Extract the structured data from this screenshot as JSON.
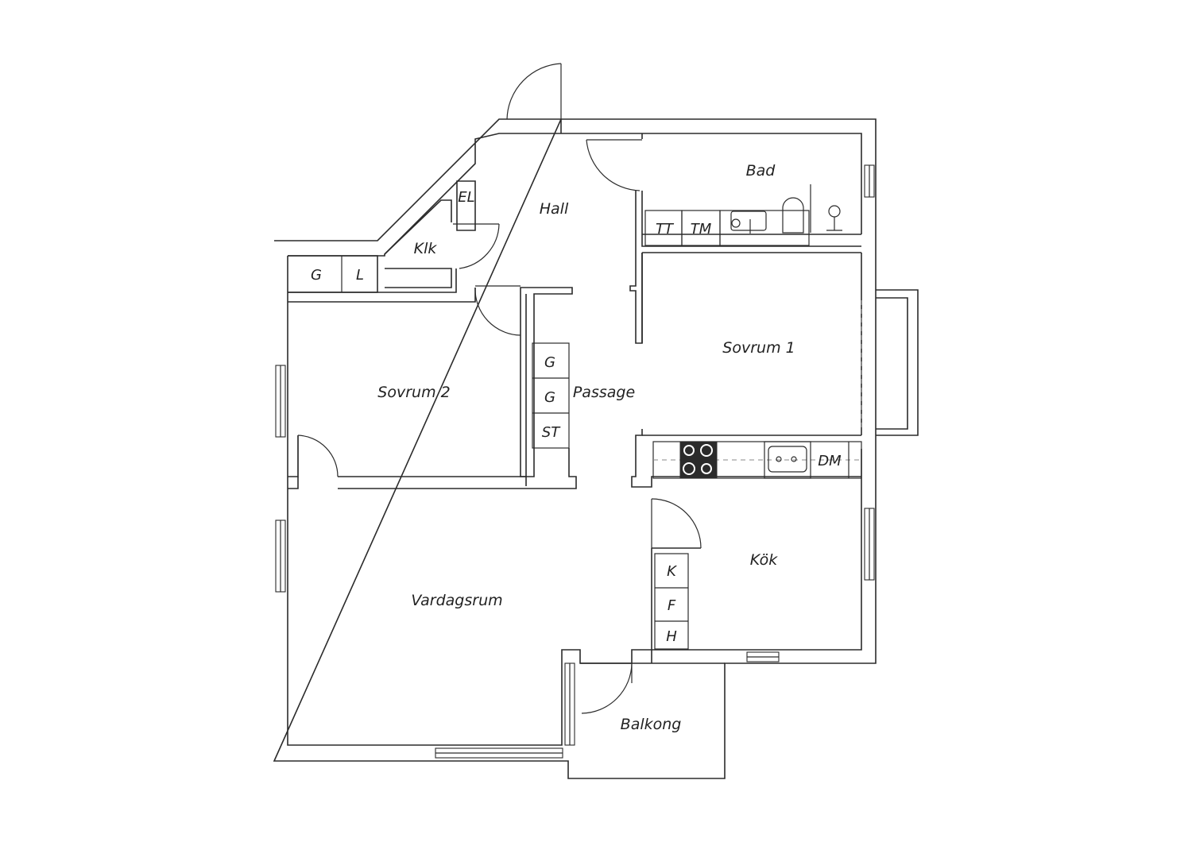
{
  "rooms": {
    "bad": "Bad",
    "hall": "Hall",
    "klk": "Klk",
    "el": "EL",
    "sovrum1": "Sovrum 1",
    "sovrum2": "Sovrum 2",
    "passage": "Passage",
    "kok": "Kök",
    "vardagsrum": "Vardagsrum",
    "balkong": "Balkong"
  },
  "fixtures": {
    "tt": "TT",
    "tm": "TM",
    "g_hall": "G",
    "l_hall": "L",
    "g_pass_1": "G",
    "g_pass_2": "G",
    "st": "ST",
    "dm": "DM",
    "k": "K",
    "f": "F",
    "h": "H"
  }
}
